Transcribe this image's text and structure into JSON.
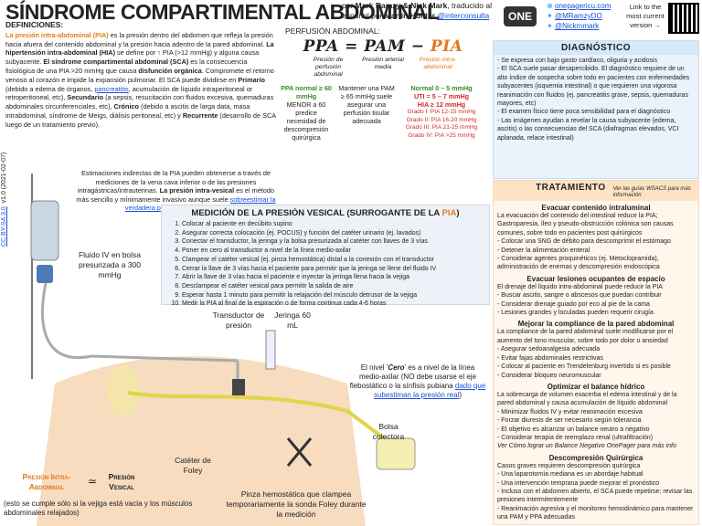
{
  "header": {
    "title": "SÍNDROME COMPARTIMENTAL ABDOMINAL",
    "authors_prefix": "por",
    "authors": "Mark Ramzy & Nick Mark",
    "translated_prefix": ", traducido al español por",
    "translator": "Martín Hunter",
    "translator_handle": "@interconsulta",
    "logo": "ONE",
    "site": "onepagericu.com",
    "twitter1": "@MRamzyDO",
    "twitter2": "@Nickmmark",
    "link_latest": "Link to the most current version →"
  },
  "definitions": {
    "heading": "DEFINICIONES:",
    "p1_term": "La presión intra-abdominal (PIA)",
    "p1_a": " es la presión dentro del abdomen que refleja la presión hacia afuera del contenido abdominal y la presión hacia adentro de la pared abdominal. ",
    "p1_hia": "La hipertensión intra-abdominal (HIA)",
    "p1_b": " se define por ↑ PIA (>12 mmHg) y alguna causa subyacente. ",
    "p1_sca": "El síndrome compartimental abdominal (SCA)",
    "p1_c": " es la consecuencia fisiológica de una PIA >20 mmHg que causa ",
    "p1_disf": "disfunción orgánica",
    "p1_d": ". Compromete el retorno venoso al corazón e impide la expansión pulmonar. El SCA puede dividirse en ",
    "p1_prim": "Primario",
    "p1_e": " (debido a edema de órganos, ",
    "p1_link": "pancreatitis",
    "p1_f": ", acumulación de líquido intraperitoneal or retroperitoneal, etc), ",
    "p1_sec": "Secundario",
    "p1_g": " (a sepsis, resucitación con fluidos excesiva, quemaduras abdominales circunferenciales, etc), ",
    "p1_cron": "Crónico",
    "p1_h": " (debido a ascitis de larga data, masa intrabdominal, síndrome de Meigs, diálisis peritoneal, etc) y ",
    "p1_rec": "Recurrente",
    "p1_i": " (desarrollo de SCA luego de un tratamiento previo)."
  },
  "estimation": {
    "text_a": "Estimaciones indirectas de la PIA pueden obtenerse a través de mediciones de la vena cava inferior o de las presiones intragástricas/intrauterinas. ",
    "text_b": "La presión intra-vesical",
    "text_c": " es el método más sencillo y mínimamente invasivo aunque suele ",
    "link": "sobreestimar la verdadera presión intra-abdominal"
  },
  "perfusion": {
    "title": "PERFUSIÓN ABDOMINAL:",
    "f_ppa": "PPA",
    "f_eq": " = ",
    "f_pam": "PAM",
    "f_minus": " − ",
    "f_pia": "PIA",
    "sub1": "Presión de perfusión abdominal",
    "sub2": "Presión arterial media",
    "sub3": "Presión intra-abdominal",
    "c1_head": "PPA normal ≥ 60 mmHg",
    "c1_body": "MENOR a 60 predice necesidad de descompresión quirúrgica",
    "c2_body": "Mantener una PAM ≥ 65 mmHg suele asegurar una perfusión tisular adecuada",
    "c3_head": "Normal 0 – 5 mmHg",
    "c3_uti": "UTI = 5 – 7 mmHg",
    "c3_hia": "HIA ≥ 12 mmHg",
    "g1": "Grado I: PIA 12-15 mmHg",
    "g2": "Grado II: PIA 16-20 mmHg",
    "g3": "Grado III: PIA 21-25 mmHg",
    "g4": "Grado IV: PIA >25 mmHg"
  },
  "diagnostico": {
    "title": "DIAGNÓSTICO",
    "items": [
      "- Se expresa con bajo gasto cardíaco, oliguria y acidosis",
      "- El SCA suele pasar desapercibido. El diagnóstico requiere de un alto índice de sospecha sobre todo en pacientes con enfermedades subyacentes (isquemia intestinal) o que requieren una vigorosa reanimación con fluidos (ej. pancreatitis grave, sepsis, quemaduras mayores, etc)",
      "- El examen físico tiene poca sensibilidad para el diagnóstico",
      "- Las imágenes ayudan a revelar la causa subyacente (edema, ascitis) o las consecuencias del SCA (diafragmas elevados, VCI aplanada, relace intestinal)"
    ]
  },
  "tratamiento": {
    "title": "TRATAMIENTO",
    "note": "Ver las guías WSACS para más información",
    "s1_title": "Evacuar contenido intraluminal",
    "s1_p": "La evacuación del contenido del intestinal reduce la PIA; Gastroparesia, íleo y pseudo-obstrucción colónica son causas comunes, sobre todo en pacientes post quirúrgicos",
    "s1_items": [
      "- Colocar una SNG de débito para descomprimir el estómago",
      "- Detener la alimentación enteral",
      "- Considerar agentes proquinéticos (ej. Metoclopramida), administración de enemas y descompresión endoscópica"
    ],
    "s2_title": "Evacuar lesiones ocupantes de espacio",
    "s2_p": "El drenaje del líquido intra-abdominal puede reducir la PIA",
    "s2_items": [
      "- Buscar ascitis, sangre o abscesos que puedan contribuir",
      "- Considerar drenaje guiado por eco al pie de la cama",
      "- Lesiones grandes y loculadas pueden requerir cirugía"
    ],
    "s3_title": "Mejorar la compliance de la pared abdominal",
    "s3_p": "La compliance de la pared abdominal suele modificarse por el aumento del tono muscular, sobre todo por dolor o ansiedad",
    "s3_items": [
      "- Asegurar sedoanalgesia adecuada",
      "- Evitar fajas abdominales restrictivas",
      "- Colocar al paciente en Trendelenburg invertido si es posible",
      "- Considerar bloqueo neuromuscular"
    ],
    "s4_title": "Optimizar el balance hídrico",
    "s4_p": "La sobrecarga de volumen exacerba el edema intestinal y de la pared abdominal y causa acumulación de líquido abdominal",
    "s4_items": [
      "- Minimizar fluidos IV y evitar reanimación excesiva",
      "- Forzar diuresis de ser necesario según tolerancia",
      "- El objetivo es alcanzar un balance neutro a negativo",
      "- Considerar terapia de reemplazo renal (ultrafiltración)"
    ],
    "s4_link": "Ver Cómo lograr un Balance Negativo OnePager para más info",
    "s5_title": "Descompresión Quirúrgica",
    "s5_p": "Casos graves requieren descompresión quirúrgica",
    "s5_items": [
      "- Una laparotomía mediana es un abordaje habitual",
      "- Una intervención temprana puede mejorar el pronóstico",
      "- Incluso con el abdomen abierto, el SCA puede repetirse; revisar las presiones intermitentemente",
      "- Reanimación agresiva y el monitoreo hemodinámico para mantener una PAM y PPA adecuadas"
    ]
  },
  "medicion": {
    "title_a": "MEDICIÓN DE LA PRESIÓN VESICAL (SURROGANTE DE LA ",
    "title_pia": "PIA",
    "title_b": ")",
    "steps": [
      "Colocar al paciente en decúbito supino",
      "Asegurar correcta colocación (ej. POCUS) y función del catéter urinario (ej. lavados)",
      "Conectar el transductor, la jeringa y la bolsa presurizada al catéter con llaves de 3 vías",
      "Poner en cero al transductor a nivel de la línea medio-axilar",
      "Clampear el catéter vesical (ej. pinza hemostática) distal a la conexión con el transductor",
      "Cerrar la llave de 3 vías hacia el paciente para permitir que la jeringa se llene del fluido IV",
      "Abrir la llave de 3 vías hacia el paciente e inyectar la jeringa llena hacia la vejiga",
      "Desclampear el catéter vesical para permitir la salida de aire",
      "Esperar hasta 1 minuto para permitir la relajación del músculo detrusor de la vejiga",
      "Medir la PIA al final de la espiración o de forma continua cada 4-6 horas"
    ]
  },
  "diagram": {
    "fluid": "Fluido IV en bolsa presurizada a 300 mmHg",
    "transducer": "Transductor de presión",
    "syringe": "Jeringa 60 mL",
    "nivel_a": "El nivel '",
    "nivel_cero": "Cero",
    "nivel_b": "' es a nivel de la línea medio-axilar (NO debe usarse el eje flebostático o la sínfisis pubiana ",
    "nivel_link": "dado que subestiman la presión real",
    "nivel_c": ")",
    "bag": "Bolsa colectora",
    "foley": "Catéter de Foley",
    "clamp": "Pinza hemostática que clampea temporariamente la sonda Foley durante la medición",
    "eq_left": "Presión Intra-Abdominal",
    "eq_sym": "≃",
    "eq_right": "Presión Vesical",
    "eq_note": "(esto se cumple sólo si la vejiga está vacía y los músculos abdominales relajados)",
    "license": "CC BY-SA 3.0",
    "version": "v1.0 (2021-02-07)"
  }
}
